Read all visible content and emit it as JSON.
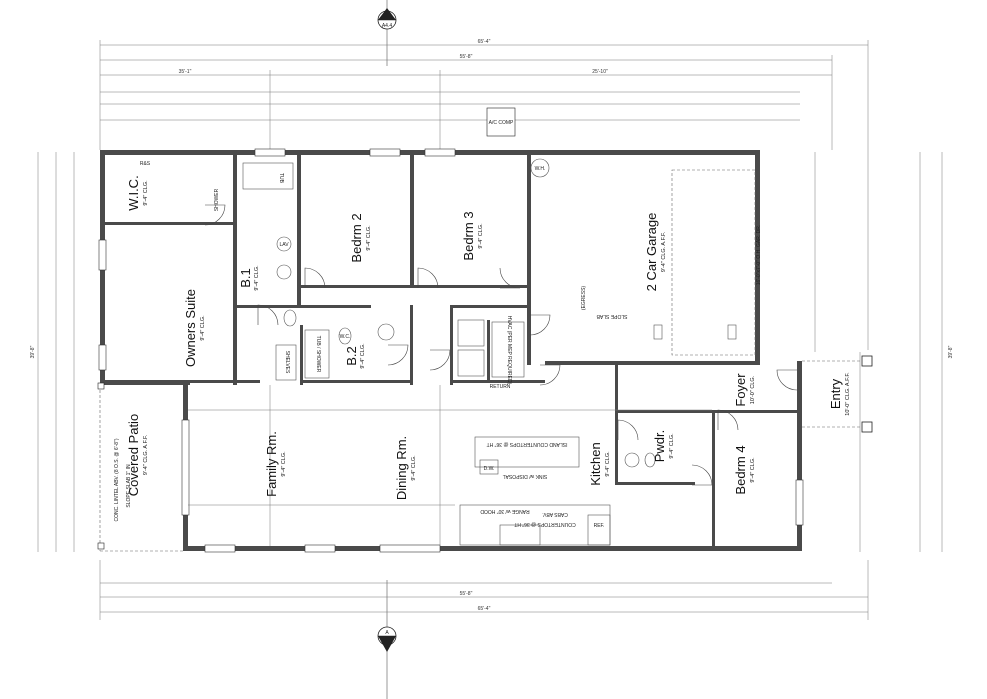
{
  "rooms": {
    "wic": {
      "name": "W.I.C.",
      "sub": "9'-4\" CLG."
    },
    "owners": {
      "name": "Owners Suite",
      "sub": "9'-4\" CLG."
    },
    "b1": {
      "name": "B.1",
      "sub": "9'-4\" CLG."
    },
    "bedrm2": {
      "name": "Bedrm 2",
      "sub": "9'-4\" CLG."
    },
    "bedrm3": {
      "name": "Bedrm 3",
      "sub": "9'-4\" CLG."
    },
    "b2": {
      "name": "B.2",
      "sub": "9'-4\" CLG."
    },
    "garage": {
      "name": "2 Car Garage",
      "sub": "9'-4\" CLG. A.F.F."
    },
    "patio": {
      "name": "Covered Patio",
      "sub": "9'-4\" CLG. A.F.F."
    },
    "family": {
      "name": "Family Rm.",
      "sub": "9'-4\" CLG."
    },
    "dining": {
      "name": "Dining Rm.",
      "sub": "9'-4\" CLG."
    },
    "kitchen": {
      "name": "Kitchen",
      "sub": "9'-4\" CLG."
    },
    "pwdr": {
      "name": "Pwdr.",
      "sub": "9'-4\" CLG."
    },
    "foyer": {
      "name": "Foyer",
      "sub": "10'-0\" CLG."
    },
    "bedrm4": {
      "name": "Bedrm 4",
      "sub": "9'-4\" CLG."
    },
    "entry": {
      "name": "Entry",
      "sub": "10'-0\" CLG. A.F.F."
    }
  },
  "section_markers": {
    "top_letter": "A",
    "top_sheet": "A4.4",
    "bottom_letter": "A",
    "bottom_sheet": "A4.4"
  },
  "overall_dims": {
    "top_total": "65'-4\"",
    "bottom_total": "65'-4\"",
    "top_mid": "55'-8\"",
    "bottom_mid": "55'-8\"",
    "top_left": "35'-1\"",
    "top_right": "25'-10\"",
    "right_side": "39'-8\"",
    "left_side": "39'-8\""
  },
  "labels": {
    "ac_comp": "A/C COMP",
    "wh": "W.H.",
    "fridge": "REF.",
    "dw": "D.W.",
    "island": "ISLAND COUNTERTOPS @ 36\" HT",
    "range": "RANGE w/ 30\" HOOD",
    "counters": "COUNTERTOPS @ 36\" HT",
    "cabs": "CABS ABV.",
    "sink": "SINK w/ DISPOSAL",
    "hvac": "HVAC (PER MEP REQUIRED)",
    "tub_shower": "TUB / SHOWER",
    "tub": "TUB",
    "shower": "SHOWER",
    "shelves": "SHELVES",
    "return": "RETURN",
    "slope": "SLOPE SLAB",
    "egress": "(EGRESS)",
    "overhead_door": "16'-0\"x7'-0\" O.H. GAR. DR.",
    "step": "R&S",
    "wc": "W.C.",
    "lav": "LAV",
    "conc_lintel": "CONC. LINTEL ABV. (8 O.S. @ 6'-8\")",
    "slope_in": "SLOPE SLAB 1\" IN"
  }
}
